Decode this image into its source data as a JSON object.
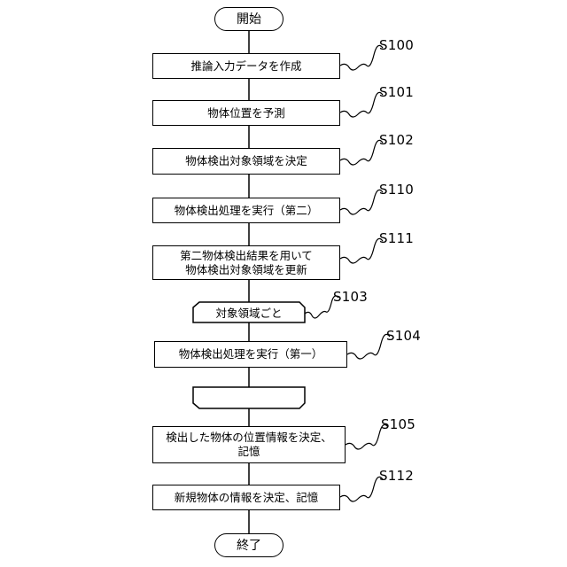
{
  "start": "開始",
  "end": "終了",
  "loop_start": "対象領域ごと",
  "loop_end": "",
  "steps": [
    {
      "id": "S100",
      "text": "推論入力データを作成"
    },
    {
      "id": "S101",
      "text": "物体位置を予測"
    },
    {
      "id": "S102",
      "text": "物体検出対象領域を決定"
    },
    {
      "id": "S110",
      "text": "物体検出処理を実行（第二）"
    },
    {
      "id": "S111",
      "text": "第二物体検出結果を用いて\n物体検出対象領域を更新"
    },
    {
      "id": "S103",
      "text": ""
    },
    {
      "id": "S104",
      "text": "物体検出処理を実行（第一）"
    },
    {
      "id": "S105",
      "text": "検出した物体の位置情報を決定、\n記憶"
    },
    {
      "id": "S112",
      "text": "新規物体の情報を決定、記憶"
    }
  ]
}
